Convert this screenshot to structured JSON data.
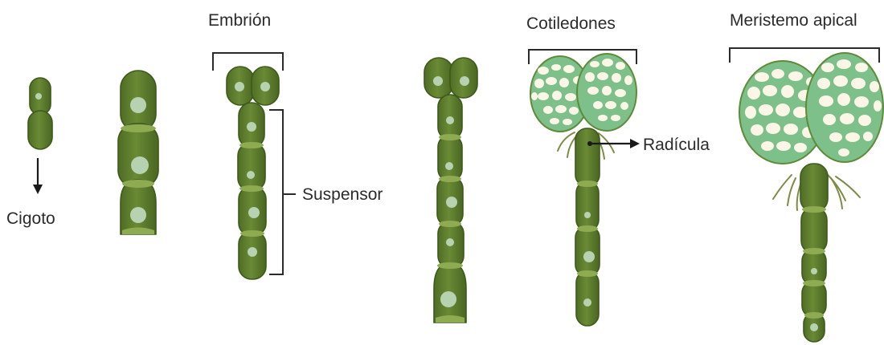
{
  "labels": {
    "cigoto": "Cigoto",
    "embrion": "Embrión",
    "suspensor": "Suspensor",
    "cotiledones": "Cotiledones",
    "radicula": "Radícula",
    "meristemo": "Meristemo apical"
  },
  "colors": {
    "cell_fill": "#5b7a2e",
    "cell_stroke": "#3e5a1a",
    "cell_highlight": "#9cba62",
    "nucleus": "#b7d2b0",
    "cotyledon_mesh": "#7dc08a",
    "cotyledon_vacuole": "#fbf6e6",
    "cotyledon_border": "#5f8a3a",
    "ink": "#2b2b2b"
  }
}
